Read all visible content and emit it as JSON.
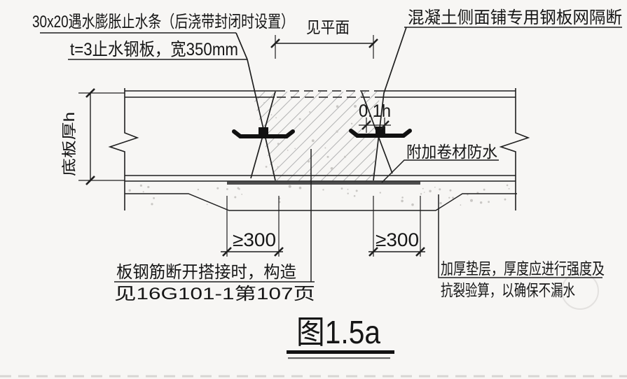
{
  "figure": {
    "title": "图1.5a",
    "type": "construction-detail-post-cast-strip",
    "annotations": {
      "waterstop_strip": "30x20遇水膨胀止水条（后浇带封闭时设置）",
      "steel_plate": "t=3止水钢板，宽350mm",
      "mesh_partition": "混凝土侧面铺专用钢板网隔断",
      "membrane": "附加卷材防水",
      "rebar_note_line1": "板钢筋断开搭接时，构造",
      "rebar_note_line2": "见16G101-1第107页",
      "cushion_note_line1": "加厚垫层，厚度应进行强度及",
      "cushion_note_line2": "抗裂验算，以确保不漏水"
    },
    "dimensions": {
      "strip_width_label": "见平面",
      "offset_label": "0.1h",
      "slab_thickness_label": "底板厚h",
      "membrane_lap_left": "≥300",
      "membrane_lap_right": "≥300"
    },
    "colors": {
      "line": "#1f1f1f",
      "hatch": "#b4b4b4",
      "membrane": "#4d4d4d",
      "background": "#f7f6f4"
    }
  }
}
